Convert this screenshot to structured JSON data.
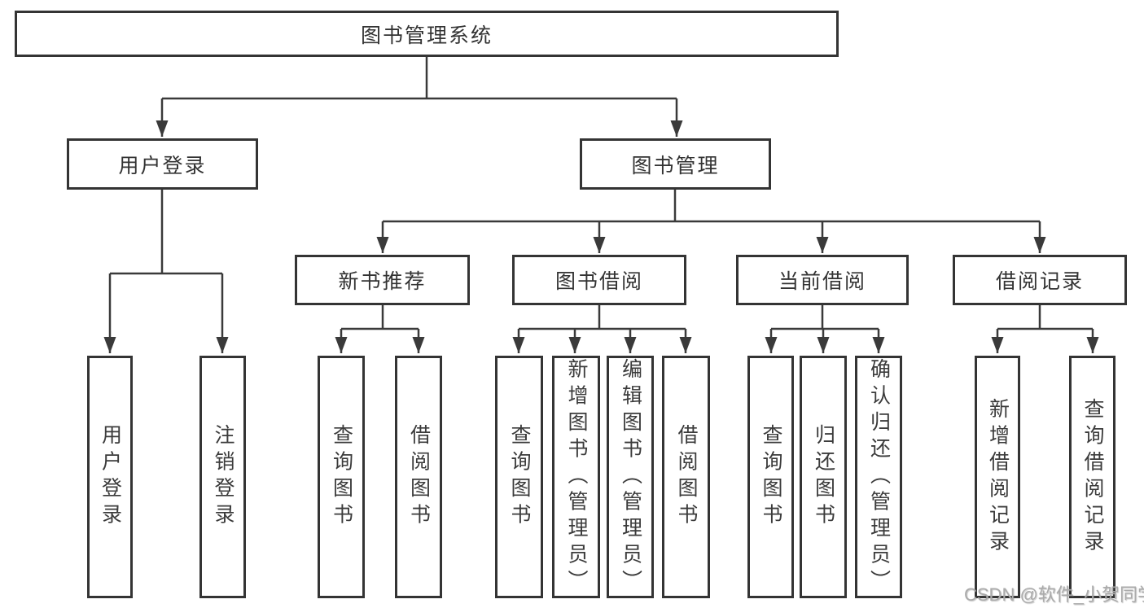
{
  "tree": {
    "root": {
      "label": "图书管理系统"
    },
    "branches": [
      {
        "label": "用户登录",
        "children": [
          {
            "label": "用户登录"
          },
          {
            "label": "注销登录"
          }
        ]
      },
      {
        "label": "图书管理",
        "children": [
          {
            "label": "新书推荐",
            "children": [
              {
                "label": "查询图书"
              },
              {
                "label": "借阅图书"
              }
            ]
          },
          {
            "label": "图书借阅",
            "children": [
              {
                "label": "查询图书"
              },
              {
                "label": "新增图书（管理员）"
              },
              {
                "label": "编辑图书（管理员）"
              },
              {
                "label": "借阅图书"
              }
            ]
          },
          {
            "label": "当前借阅",
            "children": [
              {
                "label": "查询图书"
              },
              {
                "label": "归还图书"
              },
              {
                "label": "确认归还（管理员）"
              }
            ]
          },
          {
            "label": "借阅记录",
            "children": [
              {
                "label": "新增借阅记录"
              },
              {
                "label": "查询借阅记录"
              }
            ]
          }
        ]
      }
    ]
  },
  "watermark": {
    "text": "CSDN @软件_小贺同学"
  },
  "colors": {
    "line": "#3a3a3a",
    "box_border": "#343434",
    "text": "#333333",
    "watermark": "#ababab",
    "background": "#ffffff"
  }
}
